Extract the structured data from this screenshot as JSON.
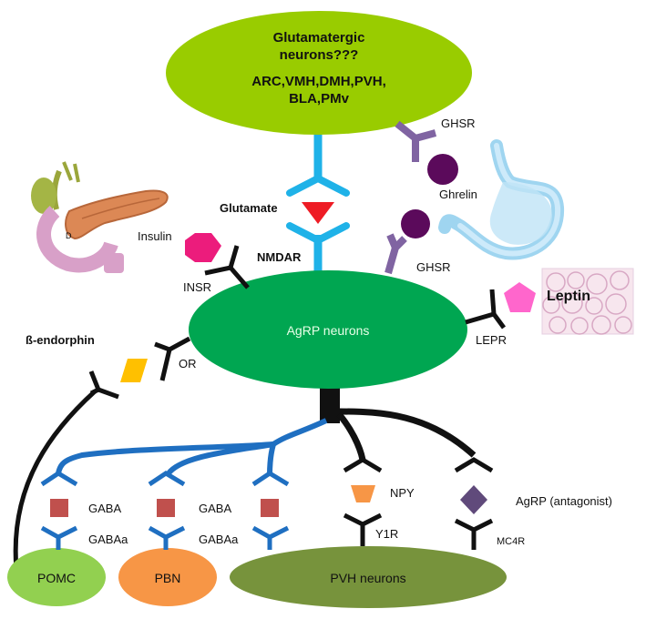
{
  "nodes": {
    "glutamatergic": {
      "line1": "Glutamatergic",
      "line2": "neurons???",
      "line3": "ARC,VMH,DMH,PVH,",
      "line4": "BLA,PMv"
    },
    "agrp": "AgRP neurons",
    "pomc": "POMC",
    "pbn": "PBN",
    "pvh": "PVH neurons"
  },
  "labels": {
    "glutamate": "Glutamate",
    "nmdar": "NMDAR",
    "insulin": "Insulin",
    "insr": "INSR",
    "ghsr_top": "GHSR",
    "ghrelin": "Ghrelin",
    "ghsr_mid": "GHSR",
    "leptin": "Leptin",
    "lepr": "LEPR",
    "b_endorphin": "ß-endorphin",
    "or": "OR",
    "gaba_1": "GABA",
    "gabaa_1": "GABAa",
    "gaba_2": "GABA",
    "gabaa_2": "GABAa",
    "npy": "NPY",
    "y1r": "Y1R",
    "agrp_antagonist": "AgRP (antagonist)",
    "mc4r": "MC4R"
  },
  "colors": {
    "glut_ellipse": "#99cc00",
    "agrp_ellipse": "#00a651",
    "pomc_ellipse": "#92d050",
    "pbn_ellipse": "#f79646",
    "pvh_ellipse": "#77933c",
    "blue_receptor": "#1fb2e8",
    "blue_axon": "#1f6fc1",
    "red_ligand": "#ee1c25",
    "purple_receptor": "#8064a2",
    "ghrelin_ball": "#5b0a5b",
    "insulin_hex": "#ec1c7c",
    "leptin_pent": "#ff66cc",
    "endorphin": "#ffc000",
    "gaba_square": "#c0504d",
    "npy_trap": "#f79646",
    "agrp_diamond": "#604a7b",
    "black": "#111111"
  },
  "icons": {
    "pancreas": "pancreas-illustration-icon",
    "stomach": "stomach-illustration-icon",
    "adipose": "adipose-tissue-icon"
  }
}
